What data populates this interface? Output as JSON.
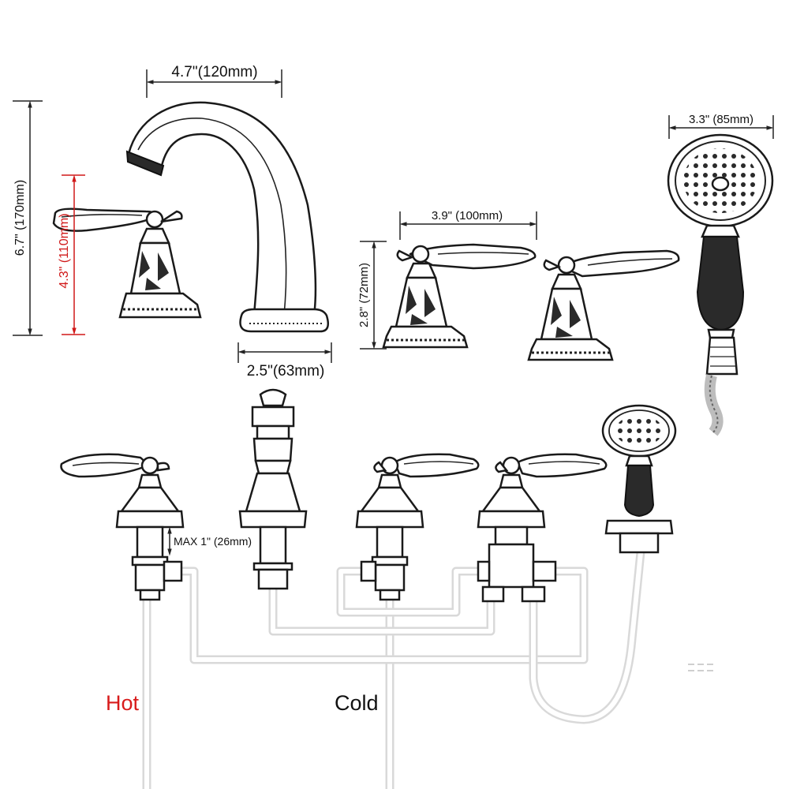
{
  "dimensions": {
    "spout_reach": "4.7\"(120mm)",
    "total_height": "6.7\" (170mm)",
    "handle_height": "4.3\" (110mm)",
    "base_width": "2.5\"(63mm)",
    "handle_spread": "3.9\" (100mm)",
    "valve_height": "2.8\" (72mm)",
    "shower_head": "3.3\" (85mm)",
    "max_deck": "MAX 1\" (26mm)"
  },
  "labels": {
    "hot": "Hot",
    "cold": "Cold"
  },
  "colors": {
    "ink": "#1a1a1a",
    "hot": "#d81b1b",
    "pipe": "#d9d9d9"
  }
}
